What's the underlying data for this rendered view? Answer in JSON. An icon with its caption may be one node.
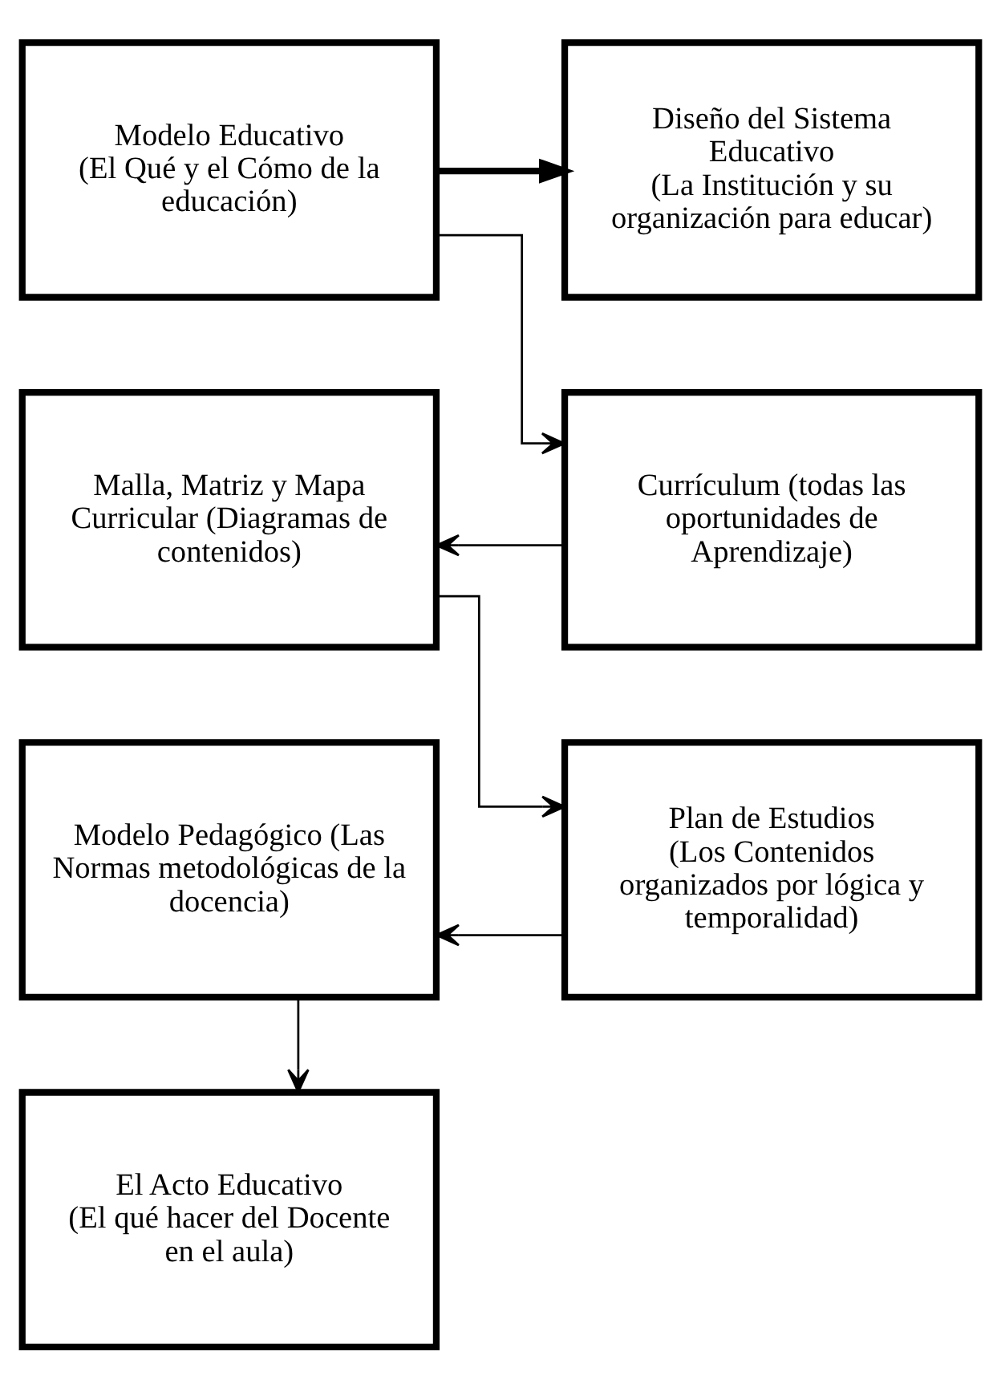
{
  "diagram": {
    "nodes": [
      {
        "text": [
          "Modelo Educativo",
          "(El Qué y el Cómo de la educación)"
        ]
      },
      {
        "text": [
          "Diseño del Sistema Educativo",
          "(La Institución y su organización para educar)"
        ]
      },
      {
        "text": [
          "Malla, Matriz y Mapa Curricular (Diagramas de contenidos)"
        ]
      },
      {
        "text": [
          "Currículum (todas las oportunidades de Aprendizaje)"
        ]
      },
      {
        "text": [
          "Modelo Pedagógico (Las Normas metodológicas de la docencia)"
        ]
      },
      {
        "text": [
          "Plan de Estudios",
          "(Los Contenidos organizados por lógica y temporalidad)"
        ]
      },
      {
        "text": [
          "El Acto Educativo",
          "(El qué hacer del Docente en el aula)"
        ]
      }
    ],
    "edges": [
      {
        "from": 0,
        "to": 1,
        "arrow": "to",
        "style": "thick"
      },
      {
        "from": 0,
        "to": 3,
        "arrow": "to"
      },
      {
        "from": 3,
        "to": 2,
        "arrow": "to"
      },
      {
        "from": 2,
        "to": 5,
        "arrow": "to"
      },
      {
        "from": 5,
        "to": 4,
        "arrow": "to"
      },
      {
        "from": 4,
        "to": 6,
        "arrow": "to"
      }
    ]
  }
}
